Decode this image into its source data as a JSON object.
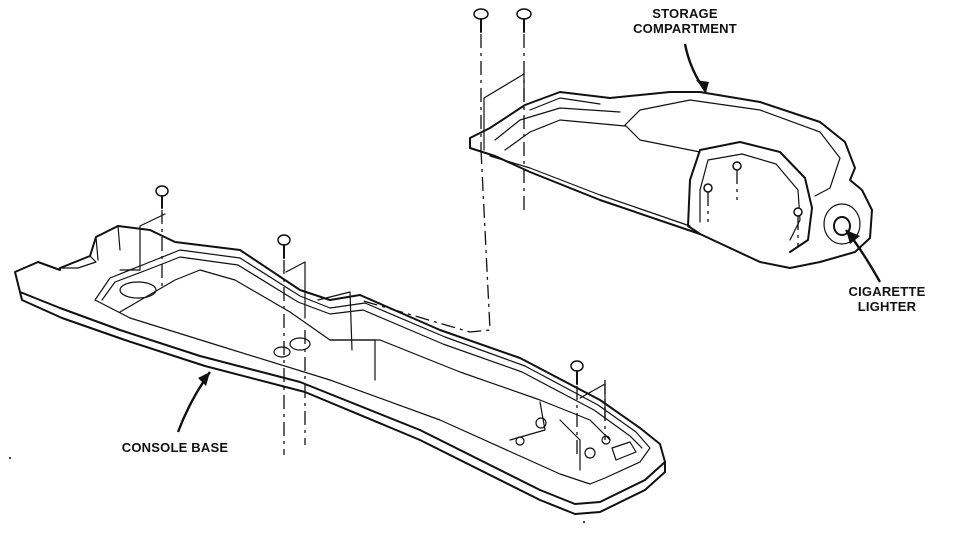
{
  "labels": {
    "storage_line1": "STORAGE",
    "storage_line2": "COMPARTMENT",
    "lighter_line1": "CIGARETTE",
    "lighter_line2": "LIGHTER",
    "console_base": "CONSOLE BASE"
  },
  "colors": {
    "ink": "#111111",
    "paper": "#ffffff"
  }
}
